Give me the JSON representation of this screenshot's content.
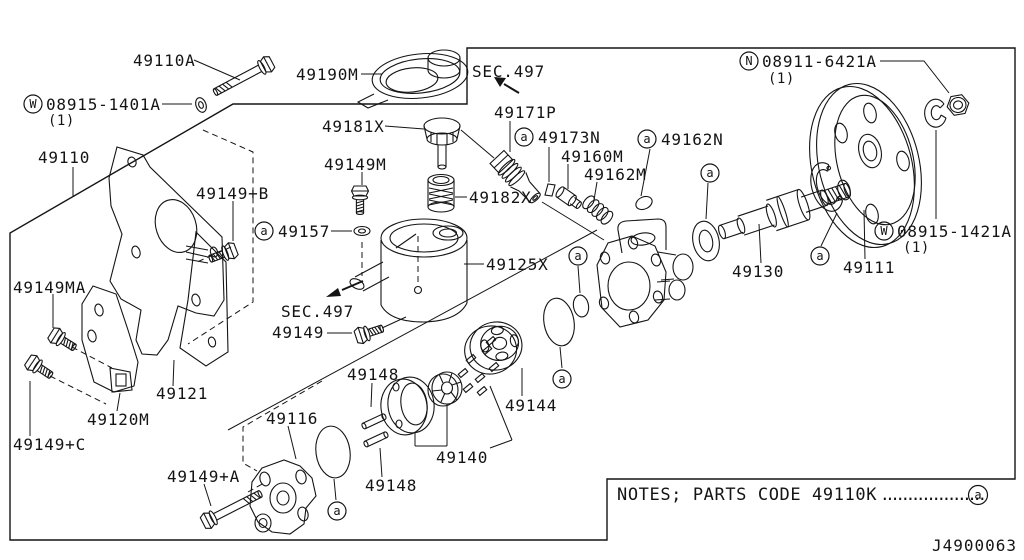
{
  "doc": {
    "drawing_code": "J4900063",
    "sec_ref_top": "SEC.497",
    "sec_ref_bottom": "SEC.497",
    "notes_text": "NOTES; PARTS CODE 49110K",
    "notes_dots": "....................",
    "marker_letter": "a"
  },
  "labels": {
    "bolt_49110a": "49110A",
    "washer_08915_1401a": {
      "prefix": "W",
      "code": "08915-1401A",
      "qty": "(1)"
    },
    "bracket_49110": "49110",
    "cap_49190m": "49190M",
    "cap_49181x": "49181X",
    "connector_49171p": "49171P",
    "oring_49173n": {
      "prefix": "a",
      "code": "49173N"
    },
    "plug_49160m": "49160M",
    "oring_49162n": {
      "prefix": "a",
      "code": "49162N"
    },
    "spring_49162m": "49162M",
    "strainer_49182x": "49182X",
    "bolt_49149m": "49149M",
    "bolt_49149_b": "49149+B",
    "washer_49157": {
      "prefix": "a",
      "code": "49157"
    },
    "reservoir_49125x": "49125X",
    "nut_08911_6421a": {
      "prefix": "N",
      "code": "08911-6421A",
      "qty": "(1)"
    },
    "washer_08915_1421a": {
      "prefix": "W",
      "code": "08915-1421A",
      "qty": "(1)"
    },
    "shaft_49130": "49130",
    "pulley_49111": "49111",
    "bolt_49149ma": "49149MA",
    "bolt_49149": "49149",
    "plate_49121": "49121",
    "bracket_49120m": "49120M",
    "bolt_49149_c": "49149+C",
    "body_49116": "49116",
    "bolt_49149_a": "49149+A",
    "pin_49148_upper": "49148",
    "pin_49148_lower": "49148",
    "camring_49140": "49140",
    "rotor_49144": "49144"
  }
}
